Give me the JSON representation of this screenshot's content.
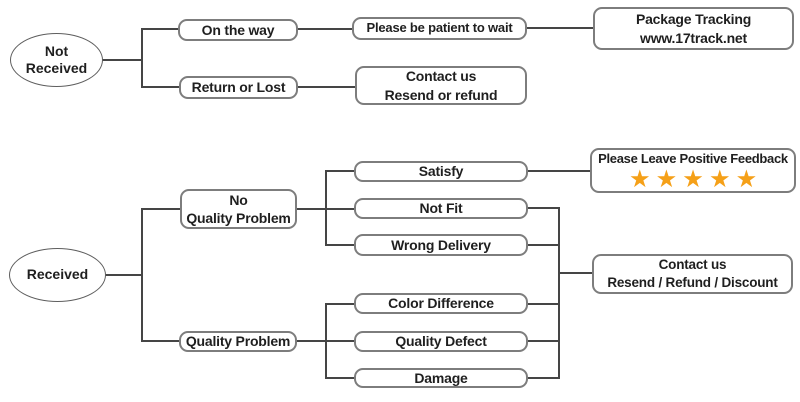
{
  "colors": {
    "star": "#F5A018",
    "line": "#454545",
    "border": "#7d7d7d",
    "text": "#1f1f1f",
    "background": "#ffffff"
  },
  "not_received_flow": {
    "root": "Not Received",
    "on_the_way": "On the way",
    "be_patient": "Please be patient to wait",
    "tracking_line1": "Package Tracking",
    "tracking_line2": "www.17track.net",
    "return_or_lost": "Return or Lost",
    "contact_line1": "Contact us",
    "contact_line2": "Resend or refund"
  },
  "received_flow": {
    "root": "Received",
    "no_quality_line1": "No",
    "no_quality_line2": "Quality Problem",
    "quality_problem": "Quality Problem",
    "satisfy": "Satisfy",
    "not_fit": "Not Fit",
    "wrong_delivery": "Wrong Delivery",
    "color_difference": "Color Difference",
    "quality_defect": "Quality Defect",
    "damage": "Damage",
    "feedback_title": "Please Leave Positive Feedback",
    "feedback_star_count": 5,
    "star_glyph": "★",
    "contact_line1": "Contact us",
    "contact_line2": "Resend / Refund / Discount"
  }
}
